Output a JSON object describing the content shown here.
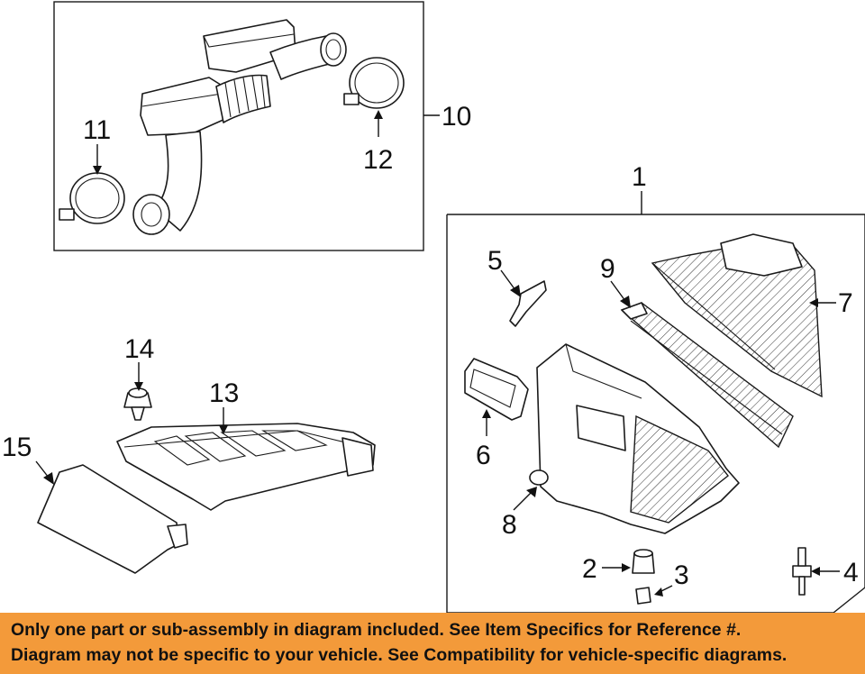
{
  "diagram": {
    "callouts": {
      "c1": "1",
      "c2": "2",
      "c3": "3",
      "c4": "4",
      "c5": "5",
      "c6": "6",
      "c7": "7",
      "c8": "8",
      "c9": "9",
      "c10": "10",
      "c11": "11",
      "c12": "12",
      "c13": "13",
      "c14": "14",
      "c15": "15"
    }
  },
  "footer": {
    "line1": "Only one part or sub-assembly in diagram included. See Item Specifics for Reference #.",
    "line2": "Diagram may not be specific to your vehicle. See Compatibility for vehicle-specific diagrams.",
    "background": "#f39a3a"
  }
}
